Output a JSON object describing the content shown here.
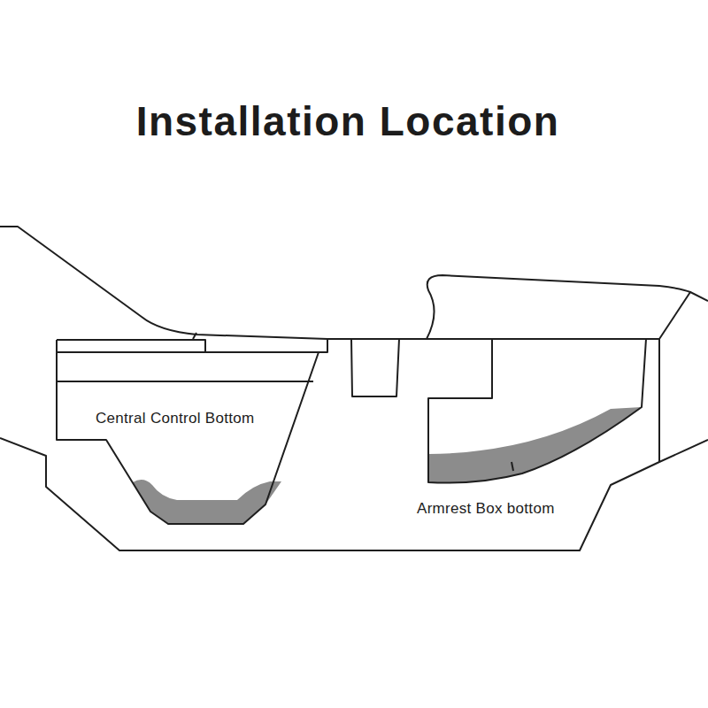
{
  "diagram": {
    "title": "Installation Location",
    "labels": [
      "Central Control Bottom",
      "Armrest Box bottom"
    ]
  }
}
